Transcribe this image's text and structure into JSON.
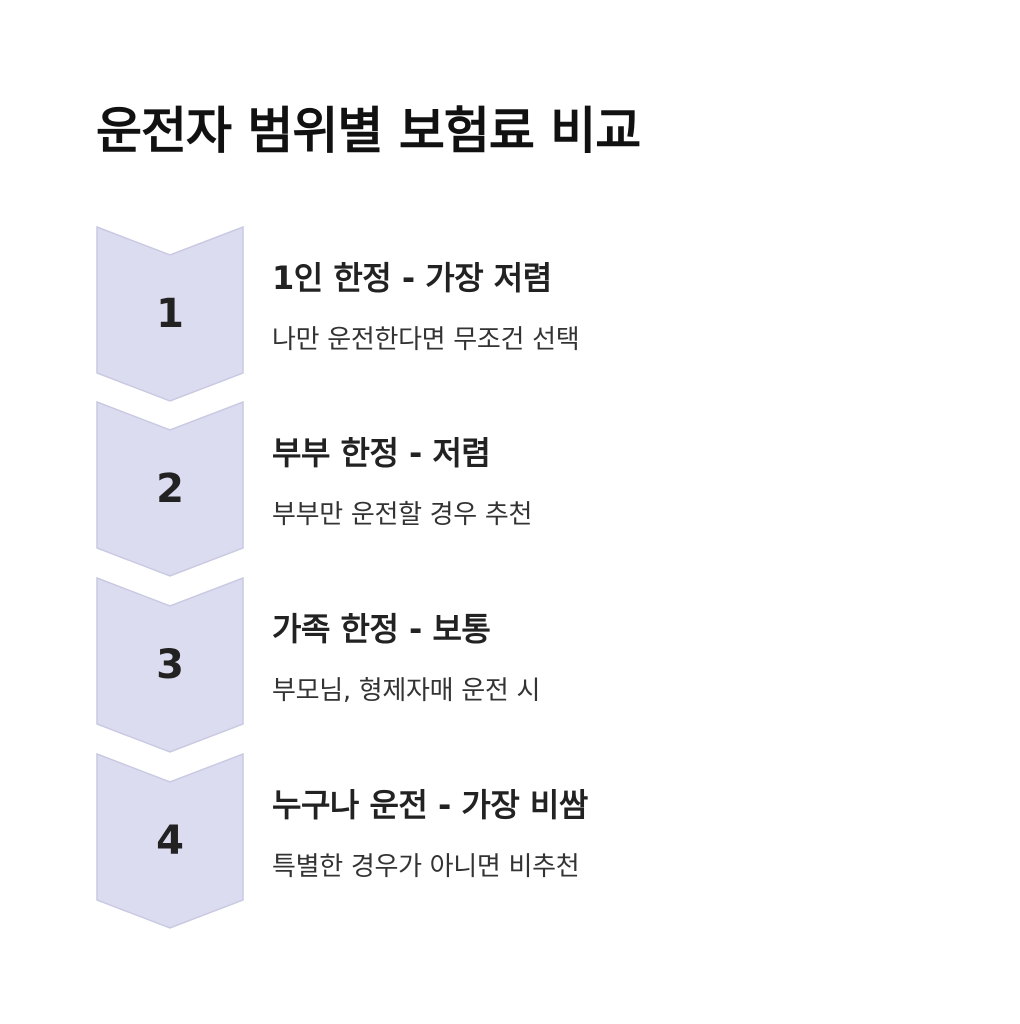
{
  "title": "운전자 범위별 보험료 비교",
  "colors": {
    "chevron_fill": "#dcdcf0",
    "chevron_stroke": "#c9c9e2"
  },
  "steps": [
    {
      "number": "1",
      "title": "1인 한정 - 가장 저렴",
      "description": "나만 운전한다면 무조건 선택"
    },
    {
      "number": "2",
      "title": "부부 한정 - 저렴",
      "description": "부부만 운전할 경우 추천"
    },
    {
      "number": "3",
      "title": "가족 한정 - 보통",
      "description": "부모님, 형제자매 운전 시"
    },
    {
      "number": "4",
      "title": "누구나 운전 - 가장 비쌈",
      "description": "특별한 경우가 아니면 비추천"
    }
  ]
}
